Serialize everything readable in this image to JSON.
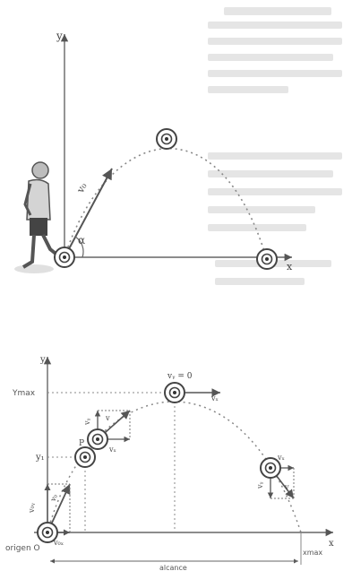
{
  "top": {
    "y_axis": "y",
    "x_axis": "x",
    "v0": "v₀",
    "angle": "α"
  },
  "bottom": {
    "y_axis": "y",
    "x_axis": "x",
    "ymax": "Ymax",
    "y1": "y₁",
    "p": "P",
    "vy_zero": "vᵧ = 0",
    "v": "v",
    "vx": "vₓ",
    "vy": "vᵧ",
    "v0": "v₀",
    "v0y": "v₀ᵧ",
    "v0x": "v₀ₓ",
    "origin": "origen O",
    "xmax": "xmax",
    "range": "alcance"
  }
}
